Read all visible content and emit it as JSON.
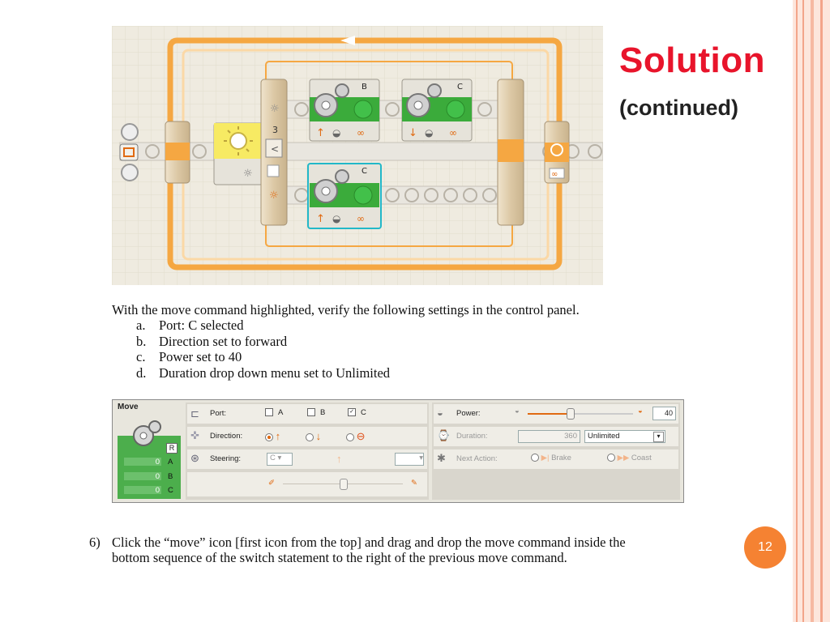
{
  "slide": {
    "title": "Solution",
    "subtitle": "(continued)",
    "intro_text": "With the move command highlighted, verify the following settings in the control panel.",
    "checklist": [
      {
        "marker": "a.",
        "text": "Port: C selected"
      },
      {
        "marker": "b.",
        "text": "Direction set to forward"
      },
      {
        "marker": "c.",
        "text": "Power set to 40"
      },
      {
        "marker": "d.",
        "text": "Duration drop down menu set to Unlimited"
      }
    ],
    "step_number": "6)",
    "step_text": "Click the “move” icon [first icon from the top] and drag and drop the move command inside the bottom sequence of the switch statement to the right of the previous move command.",
    "page_number": "12"
  },
  "program": {
    "blocks": [
      {
        "port_label": "B",
        "direction": "forward"
      },
      {
        "port_label": "C",
        "direction": "backward"
      },
      {
        "port_label": "C",
        "direction": "forward",
        "selected": true
      }
    ],
    "switch_value": "3"
  },
  "control_panel": {
    "block_name": "Move",
    "ports_display": [
      {
        "value": "R",
        "letter": ""
      },
      {
        "value": "0",
        "letter": "A"
      },
      {
        "value": "0",
        "letter": "B"
      },
      {
        "value": "0",
        "letter": "C"
      }
    ],
    "port_label": "Port:",
    "port_options": [
      {
        "label": "A",
        "checked": false
      },
      {
        "label": "B",
        "checked": false
      },
      {
        "label": "C",
        "checked": true
      }
    ],
    "direction_label": "Direction:",
    "steering_label": "Steering:",
    "steering_port": "C",
    "power_label": "Power:",
    "power_value": "40",
    "power_level": 0.4,
    "duration_label": "Duration:",
    "duration_value": "360",
    "duration_unit": "Unlimited",
    "next_action_label": "Next Action:",
    "next_action_options": [
      "Brake",
      "Coast"
    ]
  },
  "colors": {
    "title": "#e8142b",
    "accent": "#f58232",
    "wire": "#f5a742",
    "block_green": "#3bab3b"
  }
}
